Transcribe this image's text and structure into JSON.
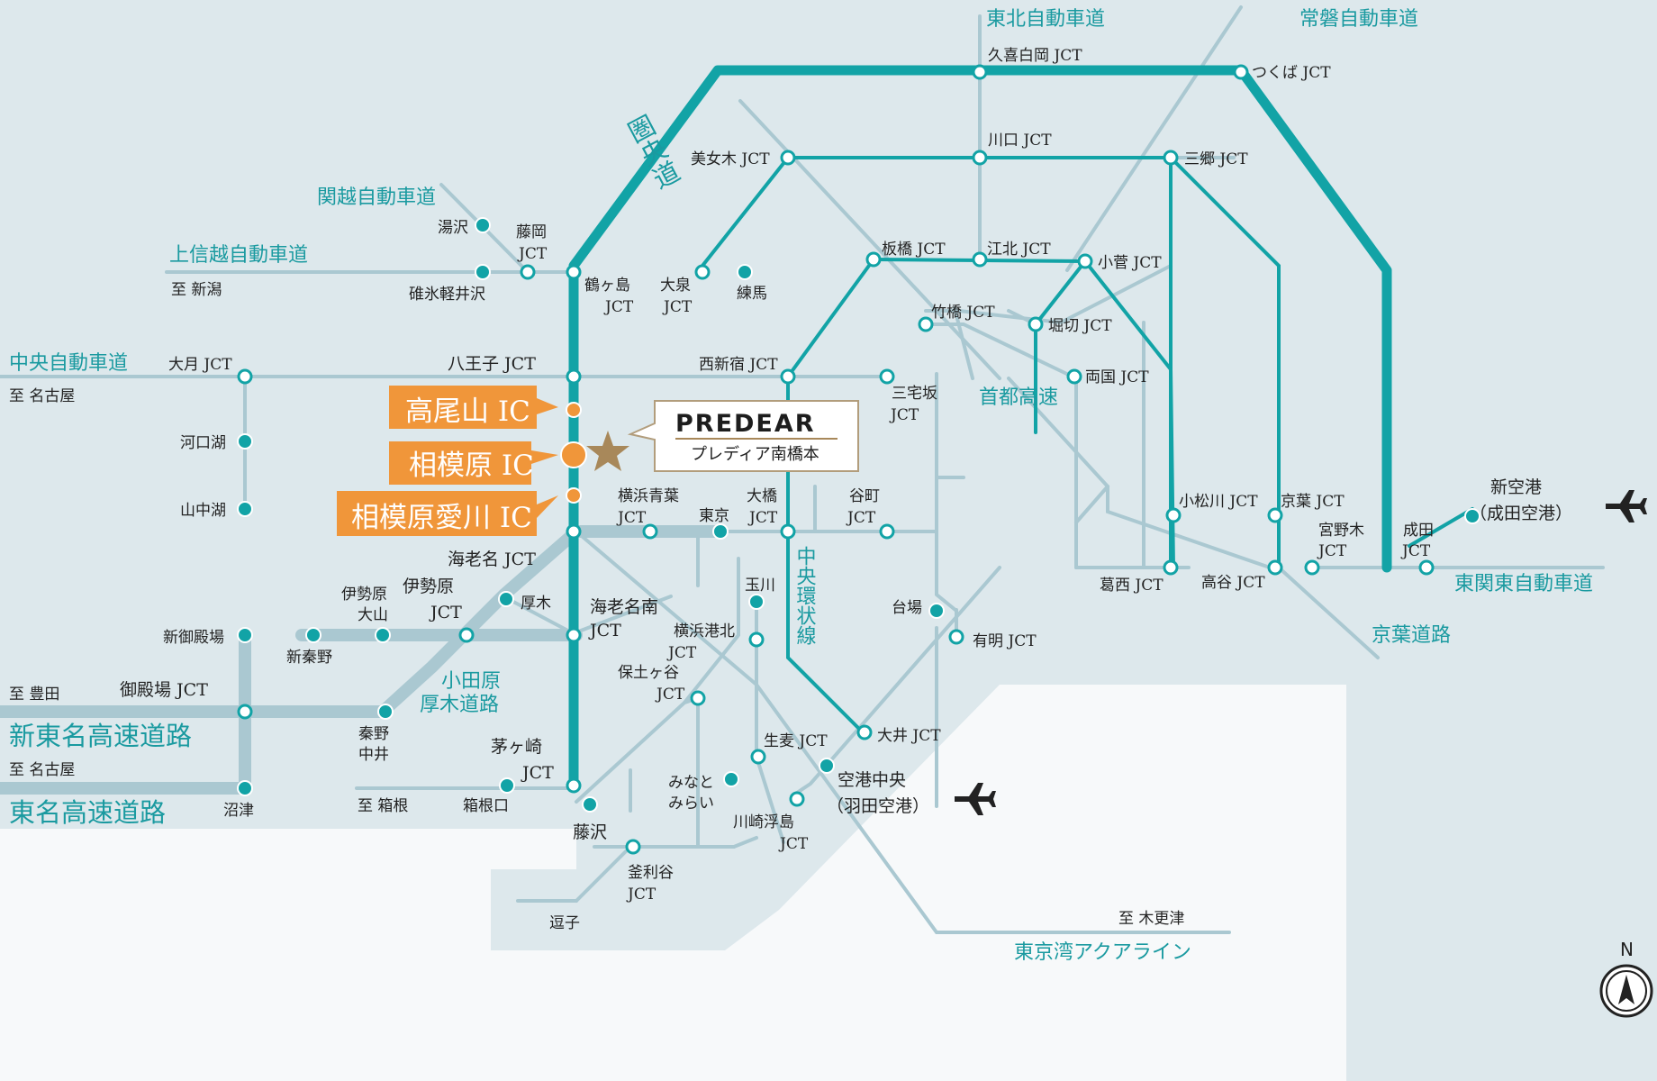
{
  "colors": {
    "background": "#dde8ec",
    "sea": "#f7f9fa",
    "expressway_teal": "#12a3a6",
    "road_gray": "#aac8d1",
    "ic_orange": "#f0963a",
    "label_teal": "#1a9aa0",
    "property_star": "#a8885a"
  },
  "property": {
    "brand": "PREDEAR",
    "name": "プレディア南橋本",
    "icon": "star-icon"
  },
  "highlighted_ics": [
    "高尾山 IC",
    "相模原 IC",
    "相模原愛川 IC"
  ],
  "routes": {
    "ken_o": "圏央道",
    "tohoku": "東北自動車道",
    "joban": "常磐自動車道",
    "kanetsu": "関越自動車道",
    "joshinetsu": "上信越自動車道",
    "chuo_exp": "中央自動車道",
    "shuto": "首都高速",
    "chuo_kanjo": "中央環状線",
    "odawara_1": "小田原",
    "odawara_2": "厚木道路",
    "shin_tomei": "新東名高速道路",
    "tomei": "東名高速道路",
    "higashi_kanto": "東関東自動車道",
    "keiyo": "京葉道路",
    "aqualine": "東京湾アクアライン"
  },
  "directions": {
    "niigata": "至 新潟",
    "nagoya_1": "至 名古屋",
    "toyota": "至 豊田",
    "nagoya_2": "至 名古屋",
    "hakone": "至 箱根",
    "kisarazu": "至 木更津"
  },
  "stations": {
    "kuki": "久喜白岡 JCT",
    "tsukuba": "つくば JCT",
    "kawaguchi": "川口 JCT",
    "bijogi": "美女木 JCT",
    "misato": "三郷 JCT",
    "yuzawa": "湯沢",
    "fujioka_1": "藤岡",
    "fujioka_2": "JCT",
    "usui": "碓氷軽井沢",
    "tsurugashima_1": "鶴ヶ島",
    "tsurugashima_2": "JCT",
    "oizumi_1": "大泉",
    "oizumi_2": "JCT",
    "nerima": "練馬",
    "itabashi": "板橋 JCT",
    "kohoku": "江北 JCT",
    "kosuge": "小菅 JCT",
    "takebashi": "竹橋 JCT",
    "horikiri": "堀切 JCT",
    "otsuki": "大月 JCT",
    "hachioji": "八王子 JCT",
    "nishishinjuku": "西新宿 JCT",
    "sangenjaya_1": "三宅坂",
    "sangenjaya_2": "JCT",
    "ryogoku": "両国 JCT",
    "kawaguchiko": "河口湖",
    "yamanakako": "山中湖",
    "yokohama_aoba_1": "横浜青葉",
    "yokohama_aoba_2": "JCT",
    "tokyo": "東京",
    "ohashi_1": "大橋",
    "ohashi_2": "JCT",
    "tanimachi_1": "谷町",
    "tanimachi_2": "JCT",
    "komatsugawa": "小松川 JCT",
    "keiyo_jct": "京葉 JCT",
    "miyanoki_1": "宮野木",
    "miyanoki_2": "JCT",
    "narita_1": "成田",
    "narita_2": "JCT",
    "narita_airport_1": "新空港",
    "narita_airport_2": "（成田空港）",
    "ebina": "海老名 JCT",
    "kasai": "葛西 JCT",
    "koya": "高谷 JCT",
    "isehara_oyama_1": "伊勢原",
    "isehara_oyama_2": "大山",
    "isehara_jct_1": "伊勢原",
    "isehara_jct_2": "JCT",
    "atsugi": "厚木",
    "ebina_minami_1": "海老名南",
    "ebina_minami_2": "JCT",
    "tamagawa": "玉川",
    "daiba": "台場",
    "shingotemba": "新御殿場",
    "shinhadano": "新秦野",
    "yokohama_kohoku_1": "横浜港北",
    "yokohama_kohoku_2": "JCT",
    "ariake": "有明 JCT",
    "hodogaya_1": "保土ヶ谷",
    "hodogaya_2": "JCT",
    "gotemba": "御殿場 JCT",
    "hadano_1": "秦野",
    "hadano_2": "中井",
    "oi": "大井 JCT",
    "namamugi": "生麦 JCT",
    "chigasaki_1": "茅ヶ崎",
    "chigasaki_2": "JCT",
    "haneda_1": "空港中央",
    "haneda_2": "（羽田空港）",
    "minato_1": "みなと",
    "minato_2": "みらい",
    "numazu": "沼津",
    "hakoneguchi": "箱根口",
    "fujisawa": "藤沢",
    "kawasaki_1": "川崎浮島",
    "kawasaki_2": "JCT",
    "kamariya_1": "釜利谷",
    "kamariya_2": "JCT",
    "zushi": "逗子"
  },
  "icons": [
    "airplane-icon",
    "airplane-icon",
    "north-compass-icon"
  ],
  "compass_label": "N"
}
